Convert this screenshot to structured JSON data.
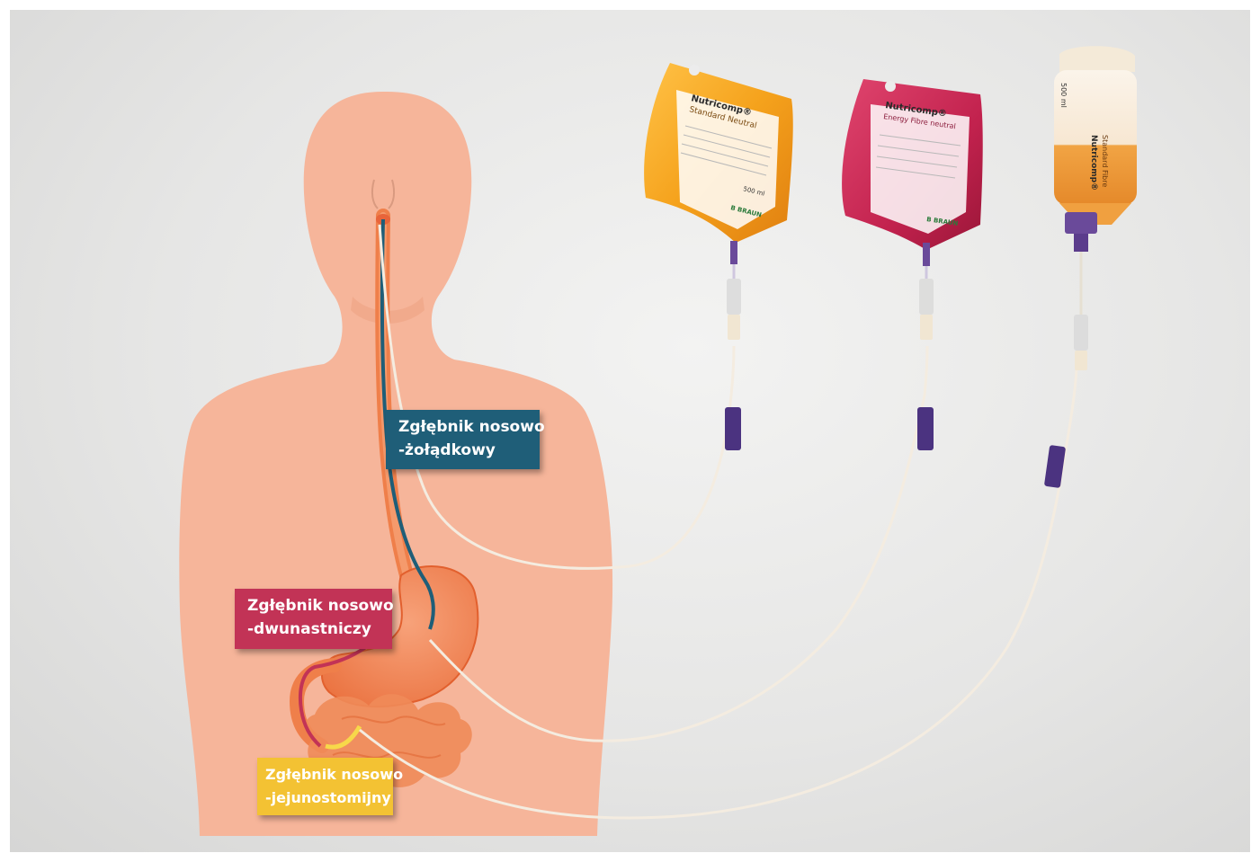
{
  "labels": {
    "nasogastric": {
      "line1": "Zgłębnik nosowo",
      "line2": "-żołądkowy",
      "color": "#1f5e78"
    },
    "nasoduodenal": {
      "line1": "Zgłębnik nosowo",
      "line2": "-dwunastniczy",
      "color": "#c23356"
    },
    "nasojejunal": {
      "line1": "Zgłębnik nosowo",
      "line2": "-jejunostomijny",
      "color": "#f3c233"
    }
  },
  "products": {
    "bag_orange": {
      "brand": "Nutricomp®",
      "variant": "Standard Neutral",
      "volume": "500 ml",
      "maker": "B BRAUN",
      "color": "#f5a21c"
    },
    "bag_crimson": {
      "brand": "Nutricomp®",
      "variant": "Energy Fibre neutral",
      "maker": "B BRAUN",
      "color": "#c2224e"
    },
    "bottle": {
      "brand": "Nutricomp®",
      "variant": "Standard Fibre",
      "volume": "500 ml",
      "color": "#f0a040"
    }
  },
  "colors": {
    "body": "#f6b59a",
    "organ": "#ef7f4a",
    "background": "#e7e7e6",
    "tube": "#f4ece0",
    "connector": "#5b3c8c"
  }
}
